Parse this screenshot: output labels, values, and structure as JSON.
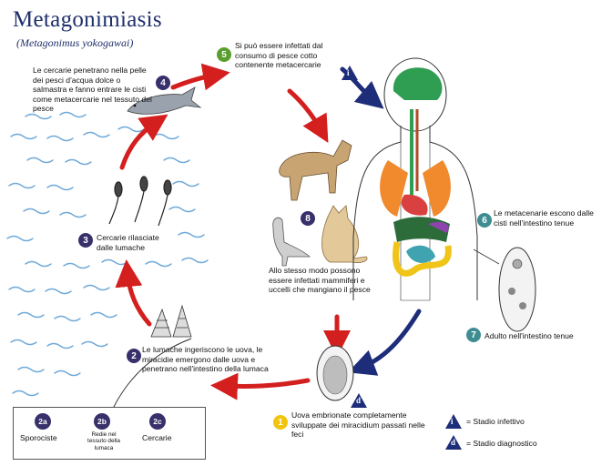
{
  "title": "Metagonimiasis",
  "subtitle": "(Metagonimus yokogawai)",
  "colors": {
    "stage_badge": "#37306b",
    "stage_5": "#5a9e2f",
    "stage_6_7": "#3f8d92",
    "stage_1": "#f1c40f",
    "infective_marker": "#1d2d7a",
    "red_arrow": "#d41f1f",
    "blue_arrow": "#1d2d7a",
    "water": "#6fa9d8"
  },
  "stages": {
    "s1": {
      "num": "1",
      "text": "Uova embrionate completamente sviluppate dei miracidium passati nelle feci"
    },
    "s2": {
      "num": "2",
      "text": "Le lumache ingeriscono le uova, le miracidie emergono dalle uova e penetrano nell'intestino della lumaca"
    },
    "s3": {
      "num": "3",
      "text": "Cercarie rilasciate dalle lumache"
    },
    "s4": {
      "num": "4",
      "text": "Le cercarie penetrano nella pelle dei pesci d'acqua dolce o salmastra e fanno entrare le cisti come metacercarie nel tessuto del pesce"
    },
    "s5": {
      "num": "5",
      "text": "Si può essere infettati dal consumo di pesce cotto contenente metacercarie"
    },
    "s6": {
      "num": "6",
      "text": "Le metacenarie escono dalle cisti nell'intestino tenue"
    },
    "s7": {
      "num": "7",
      "text": "Adulto nell'intestino tenue"
    },
    "s8": {
      "num": "8",
      "text": "Allo stesso modo possono essere infettati mammiferi e uccelli che mangiano il pesce"
    }
  },
  "markers": {
    "infective": "i",
    "diagnostic": "d"
  },
  "legend": {
    "infective_label": "= Stadio infettivo",
    "diagnostic_label": "= Stadio diagnostico"
  },
  "snail_box": {
    "a_num": "2a",
    "a_label": "Sporociste",
    "b_num": "2b",
    "b_label": "Redie nel tessuto della lumaca",
    "c_num": "2c",
    "c_label": "Cercarie"
  }
}
